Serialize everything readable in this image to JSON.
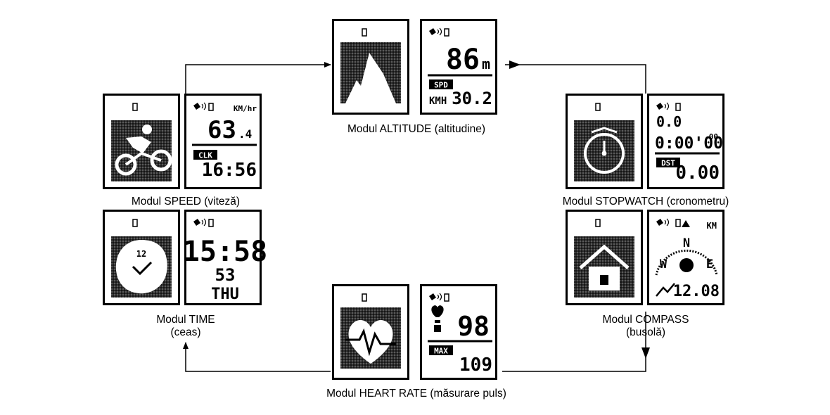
{
  "modules": {
    "speed": {
      "caption": "Modul SPEED (viteză)",
      "unit": "KM/hr",
      "value": "63",
      "value_decimal": ".4",
      "tag": "CLK",
      "time": "16:56"
    },
    "altitude": {
      "caption": "Modul ALTITUDE (altitudine)",
      "value": "86",
      "unit": "m",
      "tag": "SPD",
      "speed_label": "KMH",
      "speed_value": "30.2"
    },
    "stopwatch": {
      "caption": "Modul STOPWATCH (cronometru)",
      "top_value": "0.0",
      "time": "0:00'00",
      "time_small": "00",
      "tag": "DST",
      "distance": "0.00"
    },
    "compass": {
      "caption_line1": "Modul COMPASS",
      "caption_line2": "(busolă)",
      "unit": "KM",
      "north": "N",
      "west": "W",
      "east": "E",
      "value": "12.08"
    },
    "heart_rate": {
      "caption": "Modul HEART RATE (măsurare puls)",
      "value": "98",
      "tag": "MAX",
      "max_value": "109"
    },
    "time": {
      "caption_line1": "Modul TIME",
      "caption_line2": "(ceas)",
      "clock": "15:58",
      "seconds": "53",
      "day": "THU",
      "icon_number": "12"
    }
  }
}
